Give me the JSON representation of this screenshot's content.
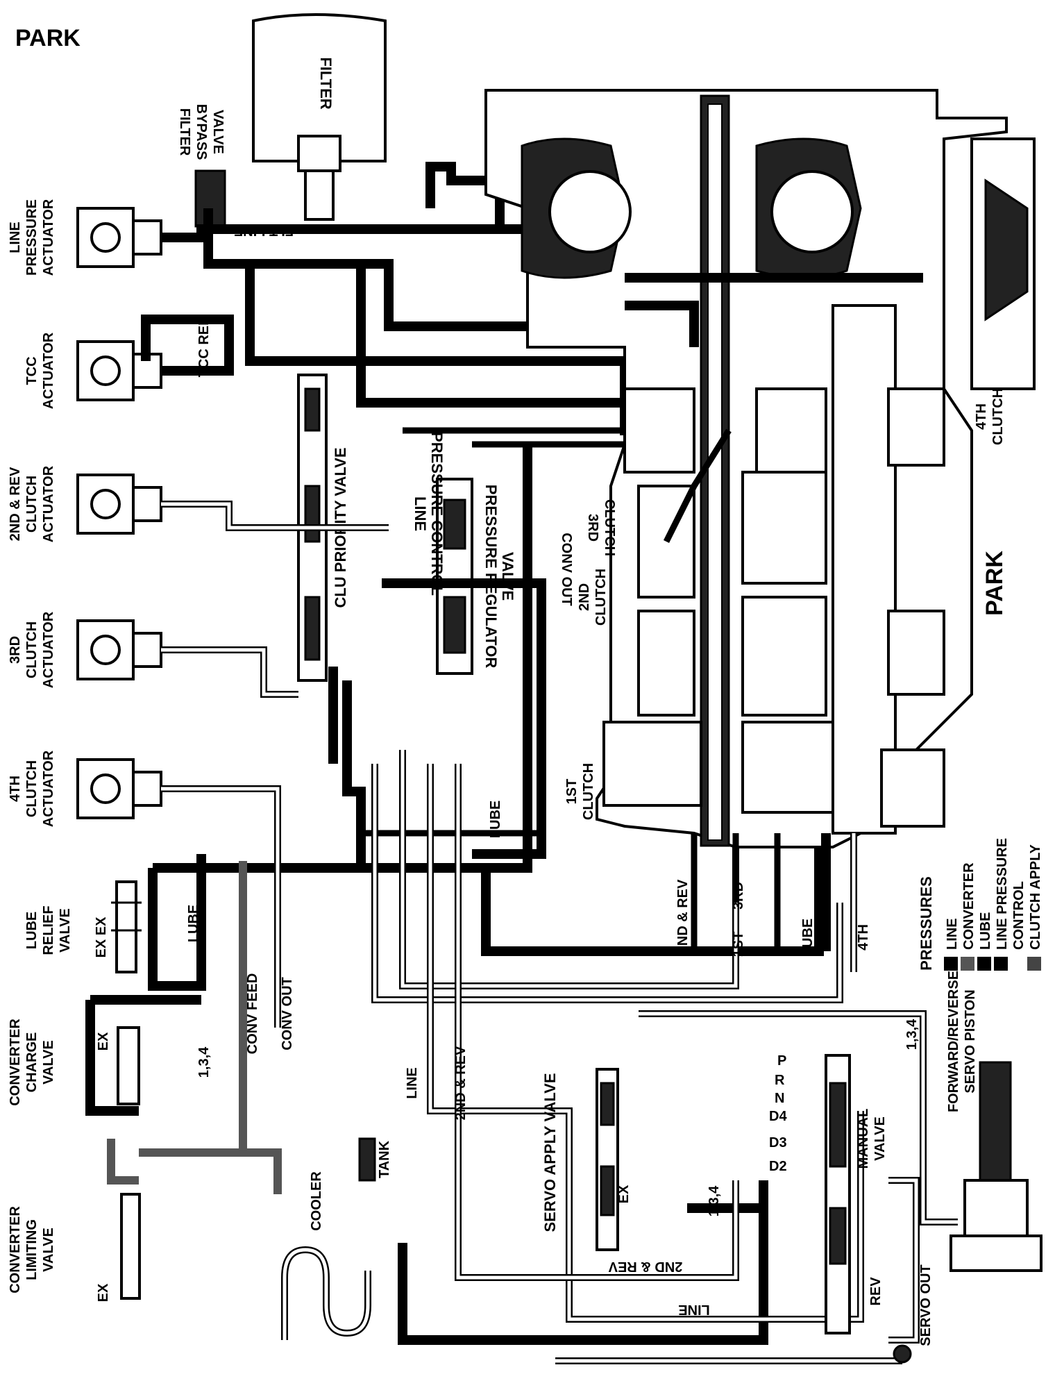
{
  "title": "PARK",
  "labels": {
    "filter": "FILTER",
    "filter_bypass_valve": [
      "FILTER",
      "BYPASS",
      "VALVE"
    ],
    "flt_line": "FLT LINE",
    "line_pressure_actuator": [
      "LINE",
      "PRESSURE",
      "ACTUATOR"
    ],
    "tcc_actuator": [
      "TCC",
      "ACTUATOR"
    ],
    "tcc_rel": "TCC REL",
    "second_rev_clutch_actuator": [
      "2ND & REV",
      "CLUTCH",
      "ACTUATOR"
    ],
    "third_clutch_actuator": [
      "3RD",
      "CLUTCH",
      "ACTUATOR"
    ],
    "fourth_clutch_actuator": [
      "4TH",
      "CLUTCH",
      "ACTUATOR"
    ],
    "lube_relief_valve": [
      "LUBE",
      "RELIEF",
      "VALVE"
    ],
    "converter_charge_valve": [
      "CONVERTER",
      "CHARGE",
      "VALVE"
    ],
    "converter_limiting_valve": [
      "CONVERTER",
      "LIMITING",
      "VALVE"
    ],
    "clu_priority_valve": "CLU PRIORITY VALVE",
    "line_pressure_control": [
      "LINE",
      "PRESSURE CONTROL"
    ],
    "pressure_regulator_valve": [
      "PRESSURE REGULATOR",
      "VALVE"
    ],
    "conv_out": "CONV OUT",
    "conv_feed": "CONV FEED",
    "lube": "LUBE",
    "ex": "EX",
    "ex_ex": "EX EX",
    "one_three_four": "1,3,4",
    "line": "LINE",
    "second_rev": "2ND & REV",
    "cooler": "COOLER",
    "tank": "TANK",
    "servo_apply_valve": "SERVO APPLY VALVE",
    "manual_valve": [
      "MANUAL",
      "VALVE"
    ],
    "rev": "REV",
    "servo_out": "SERVO OUT",
    "forward_reverse_servo_piston": [
      "FORWARD/REVERSE",
      "SERVO PISTON"
    ],
    "third_clutch": [
      "3RD",
      "CLUTCH"
    ],
    "second_clutch": [
      "2ND",
      "CLUTCH"
    ],
    "first_clutch": [
      "1ST",
      "CLUTCH"
    ],
    "fourth_clutch": [
      "4TH",
      "CLUTCH"
    ],
    "park": "PARK",
    "third": "3RD",
    "first": "1ST",
    "fourth": "4TH",
    "gear_positions": [
      "P",
      "R",
      "N",
      "D4",
      "D3",
      "D2"
    ]
  },
  "legend": {
    "title": "PRESSURES",
    "items": [
      {
        "label": "LINE",
        "color": "#000000"
      },
      {
        "label": "CONVERTER",
        "color": "#555555"
      },
      {
        "label": "LUBE",
        "color": "#000000"
      },
      {
        "label": "LINE PRESSURE CONTROL",
        "color": "#000000"
      },
      {
        "label": "CLUTCH APPLY",
        "color": "#444444"
      }
    ],
    "line_pressure_control_lines": [
      "LINE PRESSURE",
      "CONTROL"
    ]
  }
}
